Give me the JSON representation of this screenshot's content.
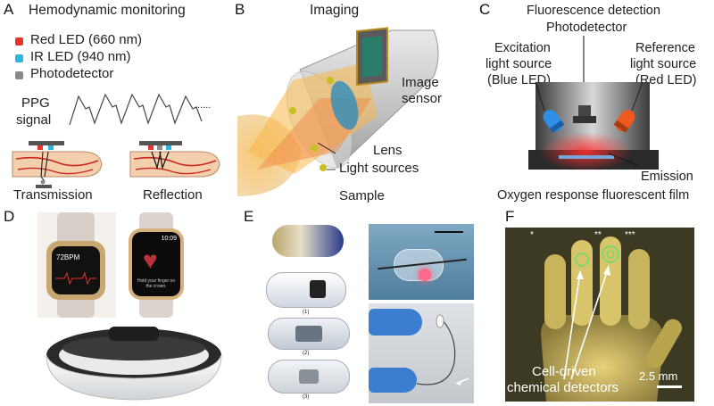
{
  "panels": {
    "a": {
      "letter": "A",
      "title": "Hemodynamic monitoring",
      "legend": [
        "Red LED (660 nm)",
        "IR LED (940 nm)",
        "Photodetector"
      ],
      "ppg_label_1": "PPG",
      "ppg_label_2": "signal",
      "ellipsis": "......",
      "caption_left": "Transmission",
      "caption_right": "Reflection"
    },
    "b": {
      "letter": "B",
      "title": "Imaging",
      "image_sensor_1": "Image",
      "image_sensor_2": "sensor",
      "lens": "Lens",
      "light_sources": "Light sources",
      "sample": "Sample"
    },
    "c": {
      "letter": "C",
      "title": "Fluorescence detection",
      "photodetector": "Photodetector",
      "excitation": [
        "Excitation",
        "light source",
        "(Blue LED)"
      ],
      "reference": [
        "Reference",
        "light source",
        "(Red LED)"
      ],
      "emission": "Emission",
      "film": "Oxygen response fluorescent film"
    },
    "d": {
      "letter": "D",
      "watch_left_value": "72BPM",
      "watch_right_time": "10:09",
      "watch_right_msg": "Hold your finger on the crown."
    },
    "e": {
      "letter": "E",
      "capsule_labels": [
        "(1)",
        "(2)",
        "(3)"
      ]
    },
    "f": {
      "letter": "F",
      "dots": [
        "*",
        "**",
        "***"
      ],
      "caption_1": "Cell-driven",
      "caption_2": "chemical detectors",
      "scale": "2.5 mm"
    }
  },
  "colors": {
    "red_led": "#e8322a",
    "ir_led": "#2fb6e0",
    "photodetector": "#8a8a8a",
    "tissue": "#f3cfae",
    "vessel": "#c8281e"
  }
}
